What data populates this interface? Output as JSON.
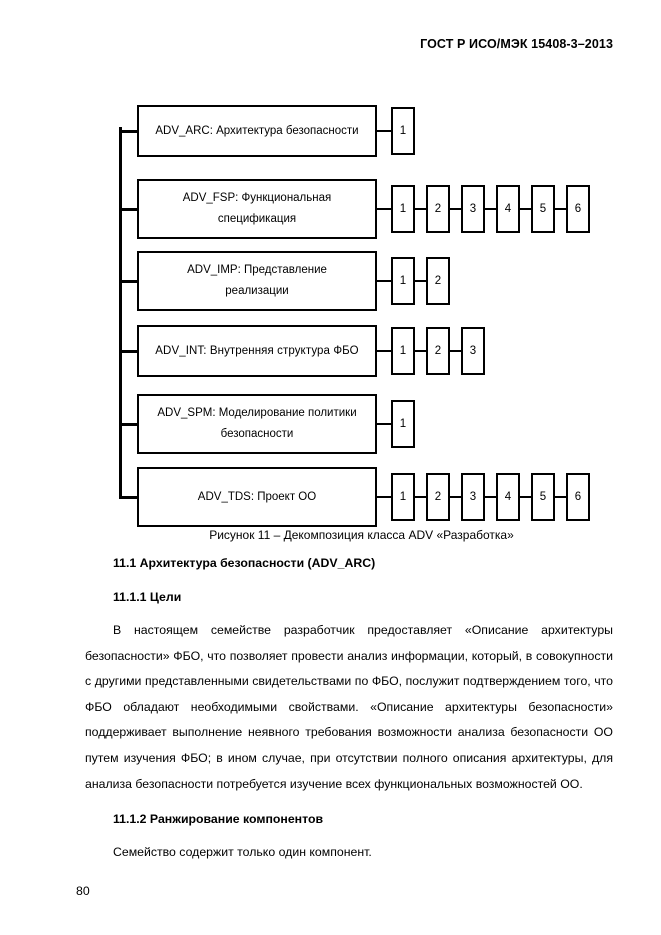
{
  "header": {
    "standard_title": "ГОСТ Р ИСО/МЭК 15408-3–2013"
  },
  "figure": {
    "caption": "Рисунок 11 – Декомпозиция класса ADV «Разработка»",
    "rows": [
      {
        "id": "adv-arc",
        "lines": [
          "ADV_ARC: Архитектура безопасности"
        ],
        "components": [
          "1"
        ]
      },
      {
        "id": "adv-fsp",
        "lines": [
          "ADV_FSP: Функциональная",
          "спецификация"
        ],
        "components": [
          "1",
          "2",
          "3",
          "4",
          "5",
          "6"
        ]
      },
      {
        "id": "adv-imp",
        "lines": [
          "ADV_IMP: Представление",
          "реализации"
        ],
        "components": [
          "1",
          "2"
        ]
      },
      {
        "id": "adv-int",
        "lines": [
          "ADV_INT: Внутренняя структура ФБО"
        ],
        "components": [
          "1",
          "2",
          "3"
        ]
      },
      {
        "id": "adv-spm",
        "lines": [
          "ADV_SPM: Моделирование политики",
          "безопасности"
        ],
        "components": [
          "1"
        ]
      },
      {
        "id": "adv-tds",
        "lines": [
          "ADV_TDS: Проект ОО"
        ],
        "components": [
          "1",
          "2",
          "3",
          "4",
          "5",
          "6"
        ]
      }
    ]
  },
  "sections": {
    "h_11_1": "11.1  Архитектура безопасности (ADV_ARC)",
    "h_11_1_1": "11.1.1   Цели",
    "par_11_1_1": "В настоящем семействе разработчик предоставляет «Описание архитектуры безопасности» ФБО, что позволяет провести анализ информации, который, в совокупности с другими представленными свидетельствами по ФБО, послужит подтверждением того, что ФБО обладают необходимыми свойствами. «Описание архитектуры безопасности» поддерживает выполнение неявного требования возможности анализа безопасности ОО путем изучения ФБО; в ином случае, при отсутствии полного описания архитектуры, для анализа безопасности потребуется изучение всех функциональных возможностей ОО.",
    "h_11_1_2": "11.1.2  Ранжирование компонентов",
    "par_11_1_2": "Семейство содержит только один компонент."
  },
  "footer": {
    "page_number": "80"
  }
}
